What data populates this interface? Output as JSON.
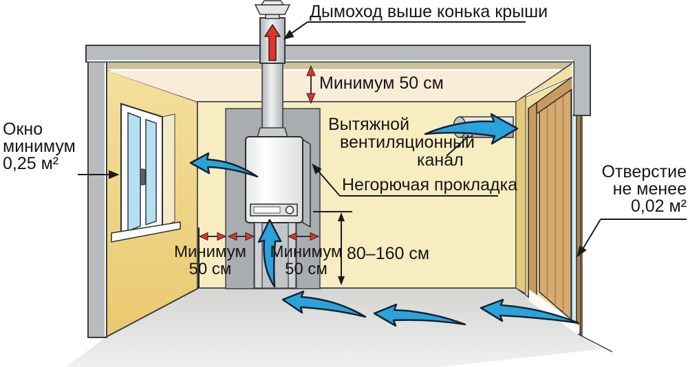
{
  "diagram_labels": {
    "chimney": "Дымоход выше конька крыши",
    "ceiling_clearance": "Минимум 50 см",
    "window_lines": [
      "Окно",
      "минимум",
      "0,25 м²"
    ],
    "vent_lines": [
      "Вытяжной",
      "вентиляционный",
      "канал"
    ],
    "pad": "Негорючая прокладка",
    "left_clearance_lines": [
      "Минимум",
      "50 см"
    ],
    "right_clearance_lines": [
      "Минимум",
      "50 см"
    ],
    "height_range": "80–160 см",
    "opening_lines": [
      "Отверстие",
      "не менее",
      "0,02 м²"
    ]
  },
  "colors": {
    "airflow_arrow_blue": "#2aa3dc",
    "dimension_arrow_red": "#e2342b",
    "left_wall_yellow": "#f0d78d",
    "back_wall_yellow": "#f7edc1",
    "structure_gray": "#b8bcbf",
    "pad_gray": "#a9adb0",
    "door_wood": "#d6ab72",
    "window_glass": "#b5e0f2"
  }
}
